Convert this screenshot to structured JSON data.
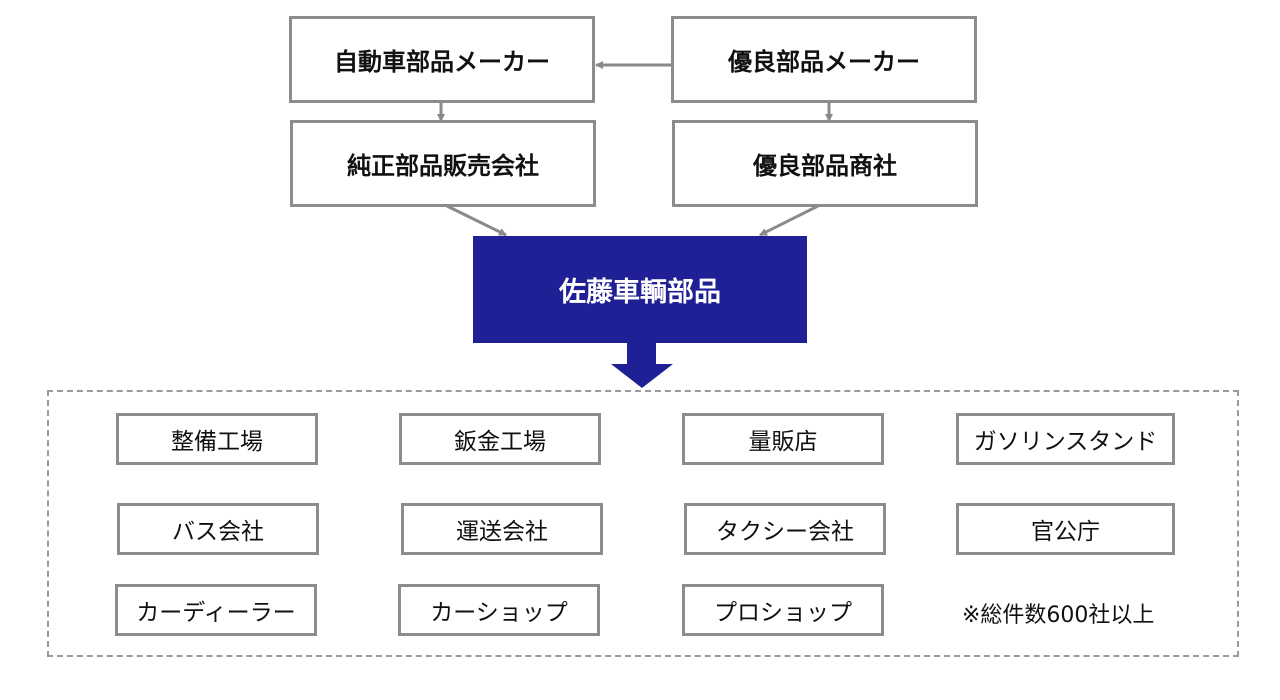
{
  "suppliers": {
    "automaker": "自動車部品メーカー",
    "quality_maker": "優良部品メーカー",
    "genuine_dealer": "純正部品販売会社",
    "quality_trader": "優良部品商社"
  },
  "center": {
    "company": "佐藤車輌部品"
  },
  "customers": [
    "整備工場",
    "鈑金工場",
    "量販店",
    "ガソリンスタンド",
    "バス会社",
    "運送会社",
    "タクシー会社",
    "官公庁",
    "カーディーラー",
    "カーショップ",
    "プロショップ"
  ],
  "note": "※総件数600社以上",
  "colors": {
    "center_fill": "#1f1f96",
    "border_gray": "#8c8c8c",
    "dashed_border": "#9a9a9a",
    "arrow_gray": "#8a8a8a"
  }
}
